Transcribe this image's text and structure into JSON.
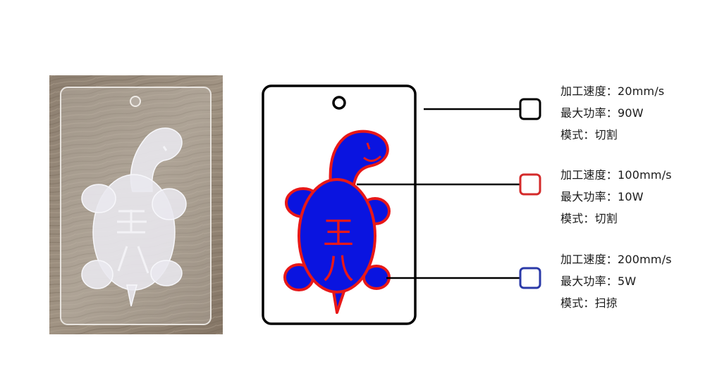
{
  "photo": {
    "description_icon": "acrylic-turtle-keychain-photo"
  },
  "diagram": {
    "outline_color": "#000000",
    "fill_color": "#0a14e0",
    "cut_line_color": "#e81818",
    "text_char_1": "王",
    "text_char_2": "八"
  },
  "legend": [
    {
      "swatch_color": "#000000",
      "speed": "加工速度：20mm/s",
      "power": "最大功率：90W",
      "mode": "模式：切割"
    },
    {
      "swatch_color": "#d42a2a",
      "speed": "加工速度：100mm/s",
      "power": "最大功率：10W",
      "mode": "模式：切割"
    },
    {
      "swatch_color": "#2b3aa8",
      "speed": "加工速度：200mm/s",
      "power": "最大功率：5W",
      "mode": "模式：扫掠"
    }
  ]
}
